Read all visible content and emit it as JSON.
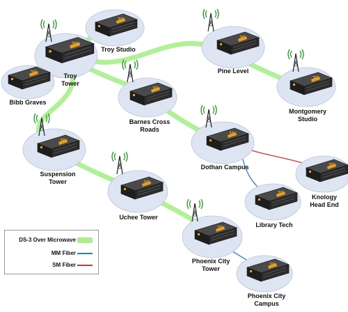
{
  "sites": {
    "troy_tower": "Troy\nTower",
    "troy_studio": "Troy Studio",
    "bibb_graves": "Bibb Graves",
    "pine_level": "Pine Level",
    "montgomery_studio": "Montgomery\nStudio",
    "barnes_cross_roads": "Barnes Cross\nRoads",
    "dothan_campus": "Dothan Campus",
    "knology_head_end": "Knology\nHead End",
    "suspension_tower": "Suspension\nTower",
    "library_tech": "Library Tech",
    "uchee_tower": "Uchee Tower",
    "phoenix_city_tower": "Phoenix City\nTower",
    "phoenix_city_campus": "Phoenix City\nCampus"
  },
  "device_logo": "JS",
  "legend": {
    "microwave": "DS-3 Over Microwave",
    "mm_fiber": "MM Fiber",
    "sm_fiber": "SM Fiber"
  },
  "colors": {
    "microwave": "#a8f08c",
    "mm_fiber": "#2f7fd0",
    "sm_fiber": "#e03030",
    "ellipse": "#dde4f2",
    "device_body": "#2c2c2c",
    "device_accent": "#e8a020"
  },
  "icons": {
    "tower": "radio-tower-icon",
    "device": "rack-device-icon"
  }
}
